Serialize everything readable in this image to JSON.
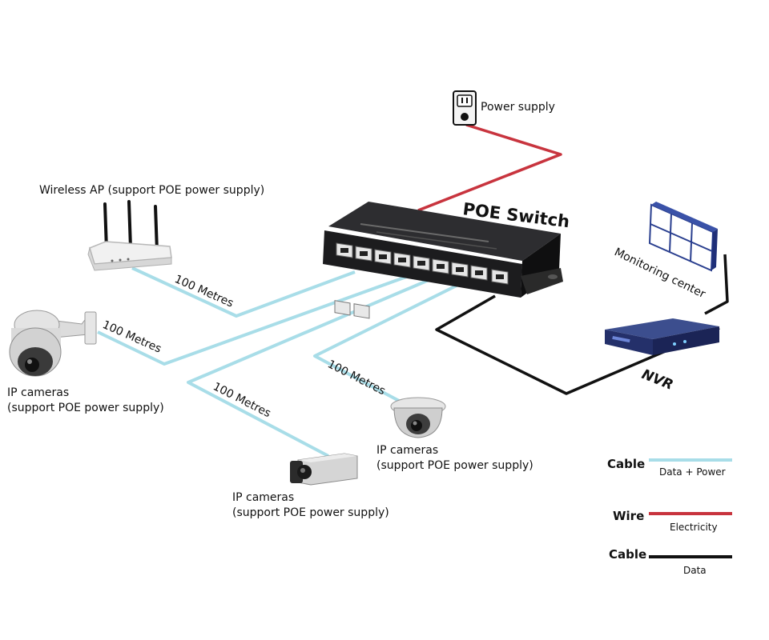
{
  "colors": {
    "data_power_cable": "#a8dde8",
    "electricity_wire": "#c8343e",
    "data_cable": "#111111"
  },
  "labels": {
    "power_supply": "Power supply",
    "poe_switch": "POE Switch",
    "wireless_ap": "Wireless AP (support POE power supply)",
    "monitoring_center": "Monitoring center",
    "nvr": "NVR",
    "cable_length_ap": "100 Metres",
    "cable_length_ptz": "100 Metres",
    "cable_length_box": "100 Metres",
    "cable_length_dome": "100 Metres",
    "ptz_camera_line1": "IP cameras",
    "ptz_camera_line2": "(support POE power supply)",
    "dome_camera_line1": "IP cameras",
    "dome_camera_line2": "(support POE power supply)",
    "box_camera_line1": "IP cameras",
    "box_camera_line2": "(support POE power supply)"
  },
  "legend": [
    {
      "term": "Cable",
      "meaning": "Data + Power",
      "color_key": "data_power_cable"
    },
    {
      "term": "Wire",
      "meaning": "Electricity",
      "color_key": "electricity_wire"
    },
    {
      "term": "Cable",
      "meaning": "Data",
      "color_key": "data_cable"
    }
  ],
  "icons": {
    "power_outlet": "power-outlet-icon",
    "switch": "poe-switch-icon",
    "router": "wireless-router-icon",
    "monitor_wall": "video-wall-icon",
    "nvr": "nvr-icon",
    "ptz_camera": "ptz-camera-icon",
    "dome_camera": "dome-camera-icon",
    "box_camera": "box-camera-icon"
  }
}
